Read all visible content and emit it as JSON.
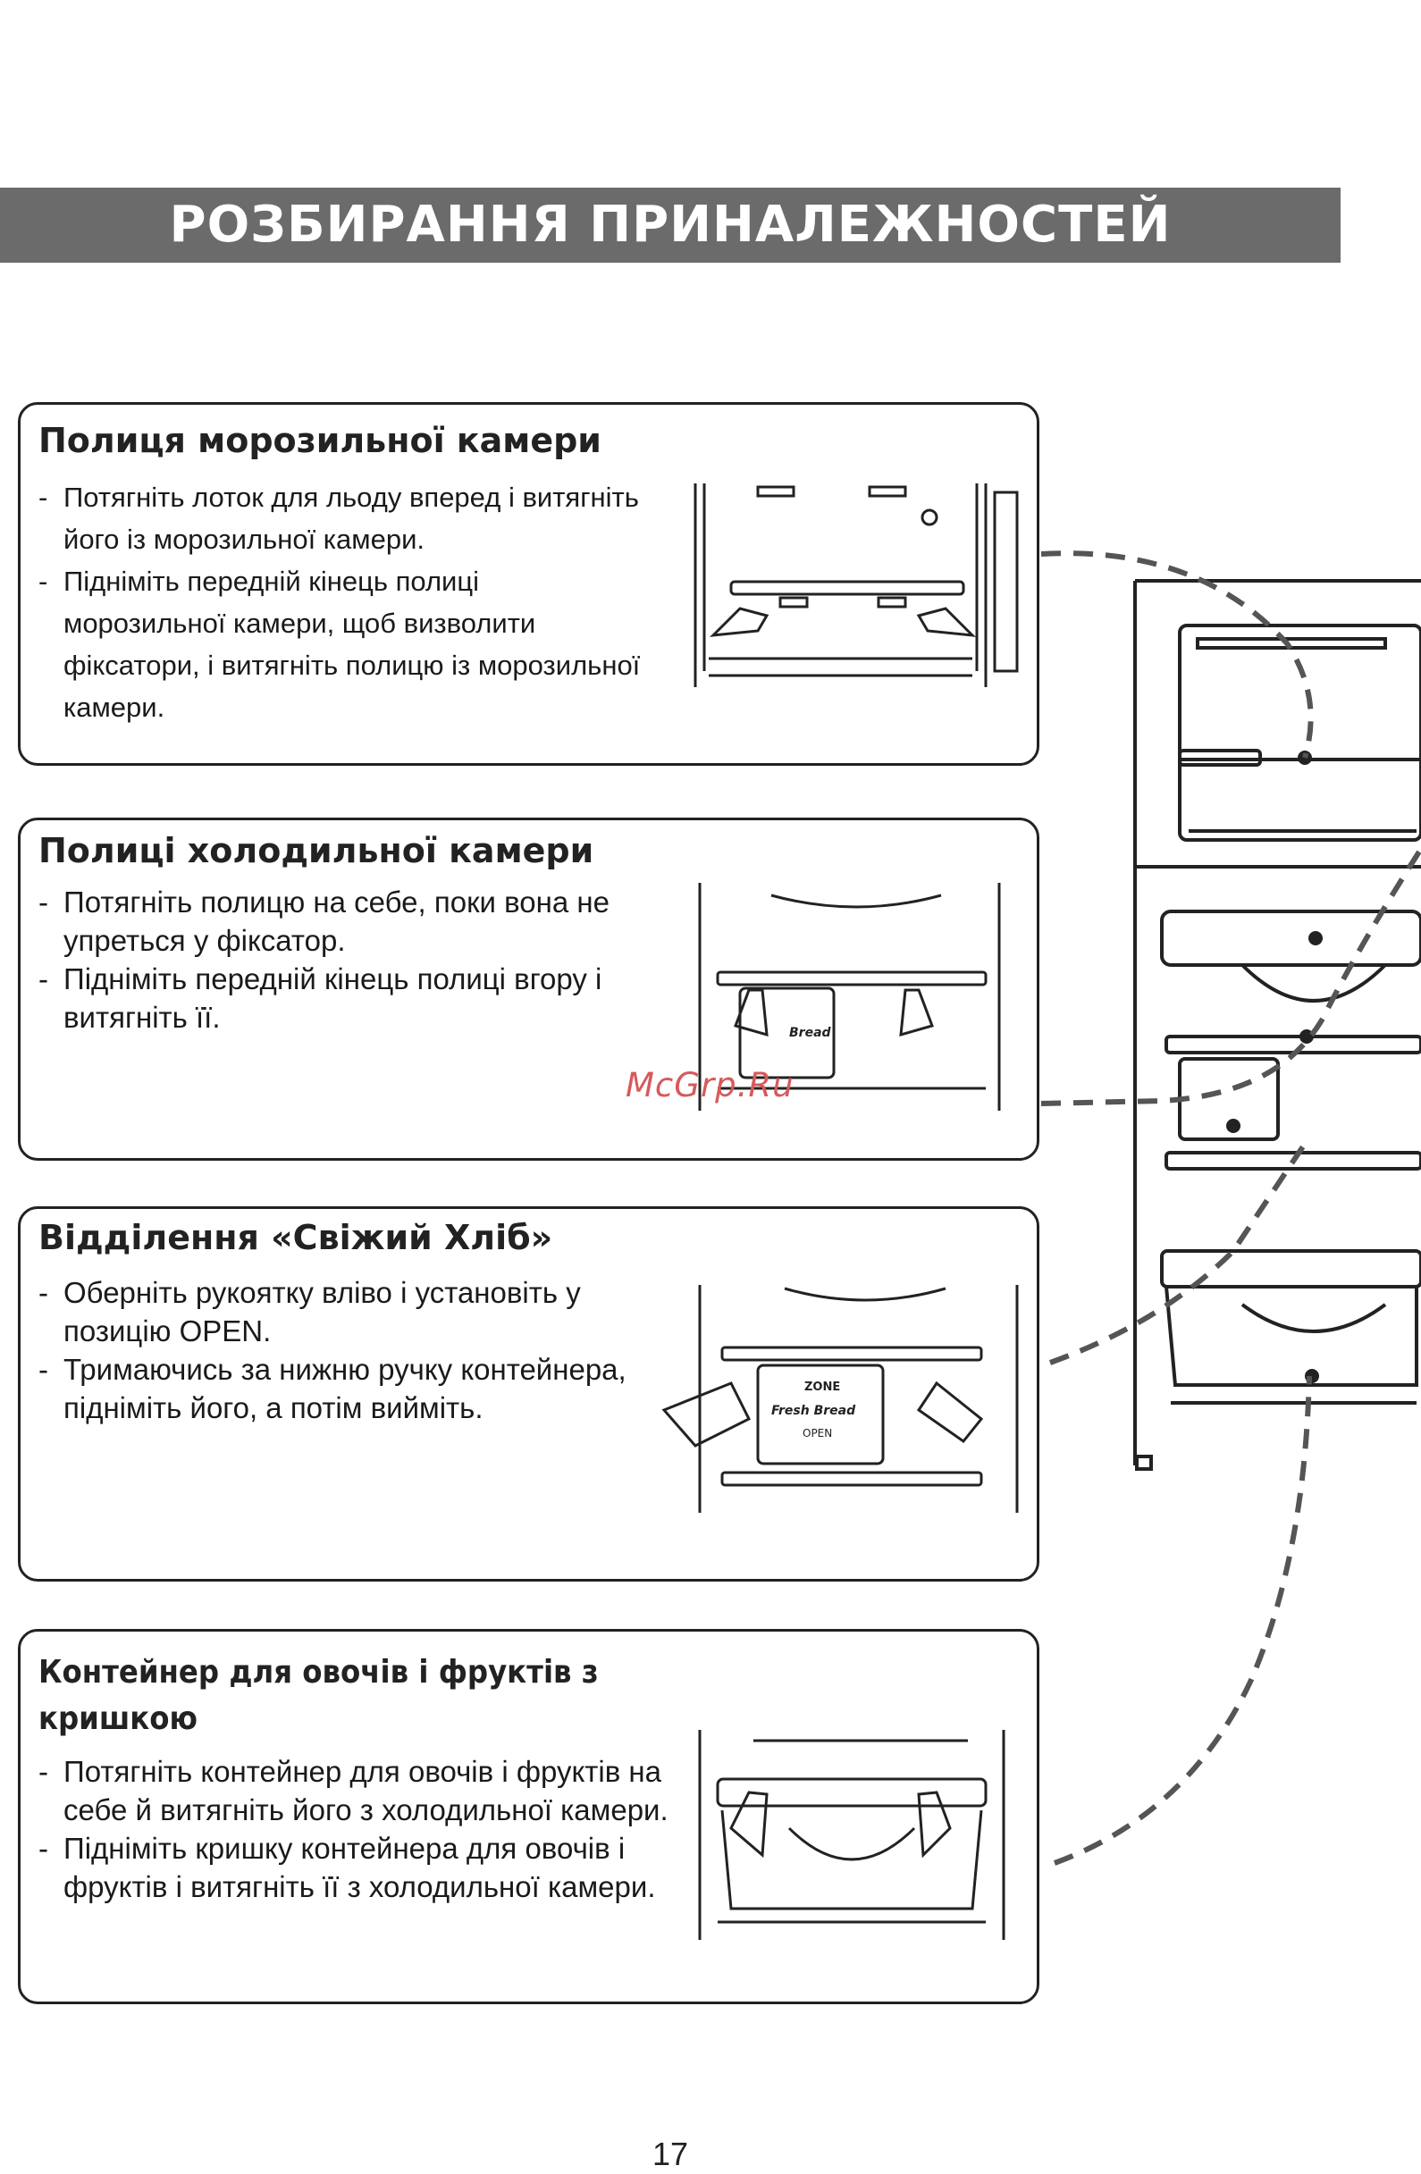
{
  "page": {
    "title": "РОЗБИРАННЯ ПРИНАЛЕЖНОСТЕЙ",
    "page_number": "17",
    "watermark": "McGrp.Ru"
  },
  "sections": [
    {
      "heading": "Полиця морозильної камери",
      "items": [
        "Потягніть лоток для льоду вперед і витягніть його із морозильної камери.",
        "Підніміть передній кінець полиці морозильної камери, щоб визволити фіксатори, і витягніть полицю із морозильної камери."
      ]
    },
    {
      "heading": "Полиці холодильної камери",
      "items": [
        "Потягніть полицю на себе, поки вона не упреться у фіксатор.",
        "Підніміть передній кінець полиці вгору і витягніть її."
      ]
    },
    {
      "heading": "Відділення «Свіжий Хліб»",
      "items": [
        "Оберніть рукоятку вліво і установіть у позицію OPEN.",
        "Тримаючись за нижню ручку контейнера, підніміть його, а потім вийміть."
      ]
    },
    {
      "heading": "Контейнер для овочів і фруктів з кришкою",
      "items": [
        "Потягніть контейнер для овочів і фруктів на себе й витягніть його з холодильної камери.",
        "Підніміть кришку контейнера для овочів і фруктів і витягніть її з холодильної камери."
      ]
    }
  ],
  "illustration_labels": {
    "zone": "ZONE",
    "fresh_bread": "Fresh Bread",
    "open": "OPEN",
    "bread": "Bread"
  }
}
